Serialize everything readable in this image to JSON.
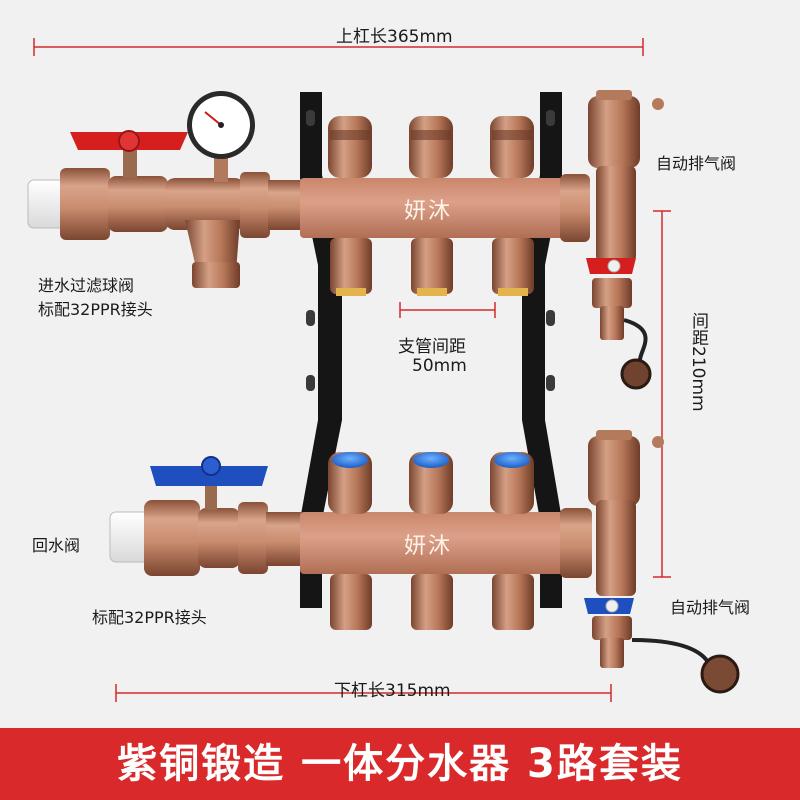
{
  "dimensions": {
    "top_bar_length": "上杠长365mm",
    "bottom_bar_length": "下杠长315mm",
    "branch_spacing": [
      "支管间距",
      "50mm"
    ],
    "bar_spacing": "间距210mm"
  },
  "labels": {
    "inlet_filter": [
      "进水过滤球阀",
      "标配32PPR接头"
    ],
    "return_valve": "回水阀",
    "return_fitting": "标配32PPR接头",
    "auto_vent_top": "自动排气阀",
    "auto_vent_bottom": "自动排气阀"
  },
  "brand": {
    "top": "妍沐",
    "bottom": "妍沐"
  },
  "banner": {
    "text": "紫铜锻造 一体分水器 3路套装"
  },
  "colors": {
    "banner": "#d9292a",
    "copper": "#b97a5e",
    "valve_red": "#d51f1f",
    "valve_blue": "#1f4fbf",
    "bracket": "#151515"
  }
}
